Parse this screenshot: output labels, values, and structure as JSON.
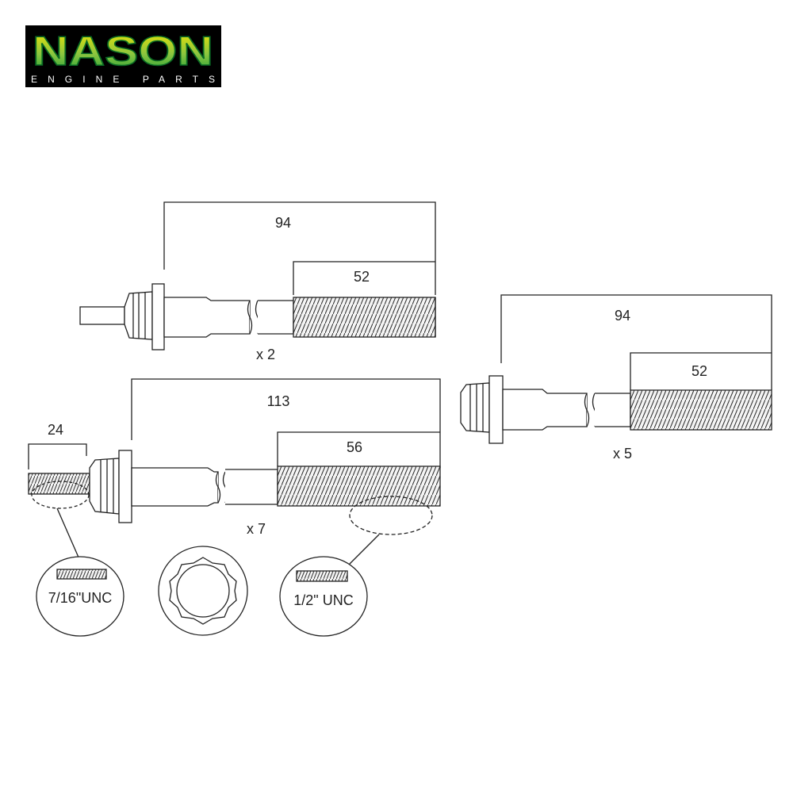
{
  "logo": {
    "brand": "NASON",
    "tagline": "ENGINE PARTS"
  },
  "bolts": [
    {
      "overall_length": "94",
      "thread_length": "52",
      "quantity": "x 2"
    },
    {
      "overall_length": "94",
      "thread_length": "52",
      "quantity": "x 5"
    },
    {
      "overall_length": "113",
      "thread_length": "56",
      "quantity": "x 7",
      "stud_length": "24"
    }
  ],
  "callouts": {
    "small_thread": "7/16\"UNC",
    "large_thread": "1/2\" UNC"
  },
  "colors": {
    "line": "#222222",
    "logo_bg": "#000000",
    "logo_green": "#1e9e3a",
    "logo_yellow": "#f2e600"
  }
}
